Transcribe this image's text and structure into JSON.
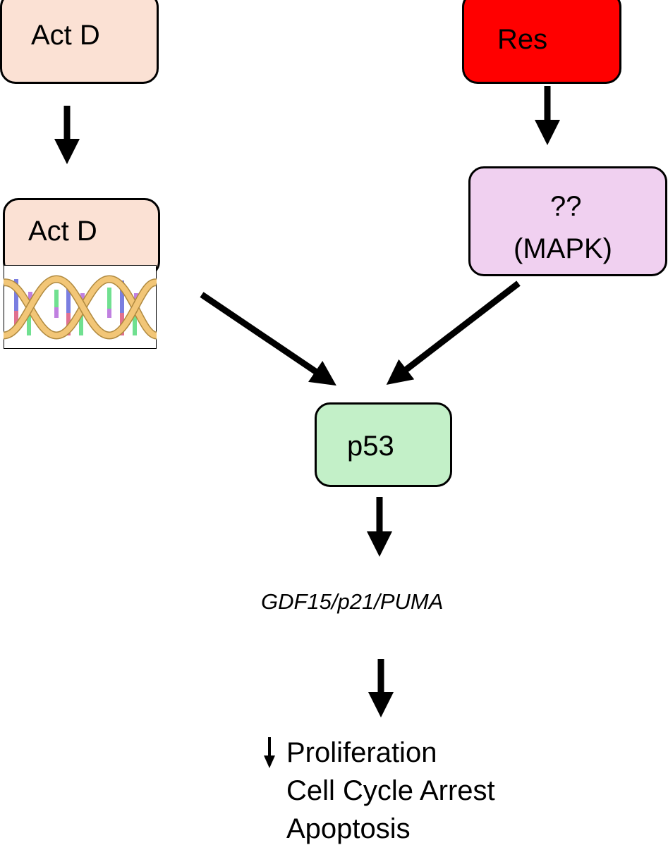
{
  "nodes": {
    "actd_top": {
      "label": "Act D",
      "fill": "#fbe1d4"
    },
    "actd_dna": {
      "label": "Act D",
      "fill": "#fbe1d4"
    },
    "res": {
      "label": "Res",
      "fill": "#ff0000"
    },
    "mapk": {
      "line1": "??",
      "line2": "(MAPK)",
      "fill": "#f0d0f0"
    },
    "p53": {
      "label": "p53",
      "fill": "#c3f0c8"
    },
    "targets": {
      "label": "GDF15/p21/PUMA"
    },
    "outcomes": {
      "items": [
        "Proliferation",
        "Cell Cycle Arrest",
        "Apoptosis"
      ]
    }
  },
  "icons": {
    "dna": "dna-double-helix-icon",
    "decrease": "down-arrow-icon"
  }
}
